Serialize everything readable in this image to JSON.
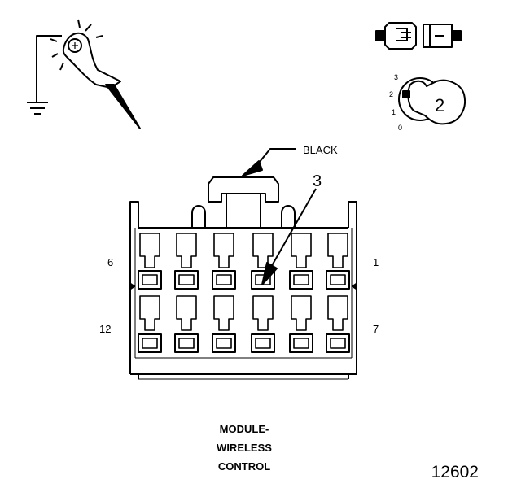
{
  "connector": {
    "color_label": "BLACK",
    "pin_callout": "3",
    "pin_labels": {
      "top_left": "6",
      "top_right": "1",
      "bottom_left": "12",
      "bottom_right": "7"
    }
  },
  "ignition_switch": {
    "positions": [
      "3",
      "2",
      "1",
      "0"
    ],
    "selected": "2"
  },
  "caption": [
    "MODULE-",
    "WIRELESS",
    "CONTROL"
  ],
  "figure_number": "12602",
  "icons": [
    "test-light-probe-icon",
    "ground-symbol-icon",
    "connector-disconnected-icon",
    "ignition-key-icon"
  ],
  "colors": {
    "line": "#000000",
    "background": "#ffffff"
  }
}
